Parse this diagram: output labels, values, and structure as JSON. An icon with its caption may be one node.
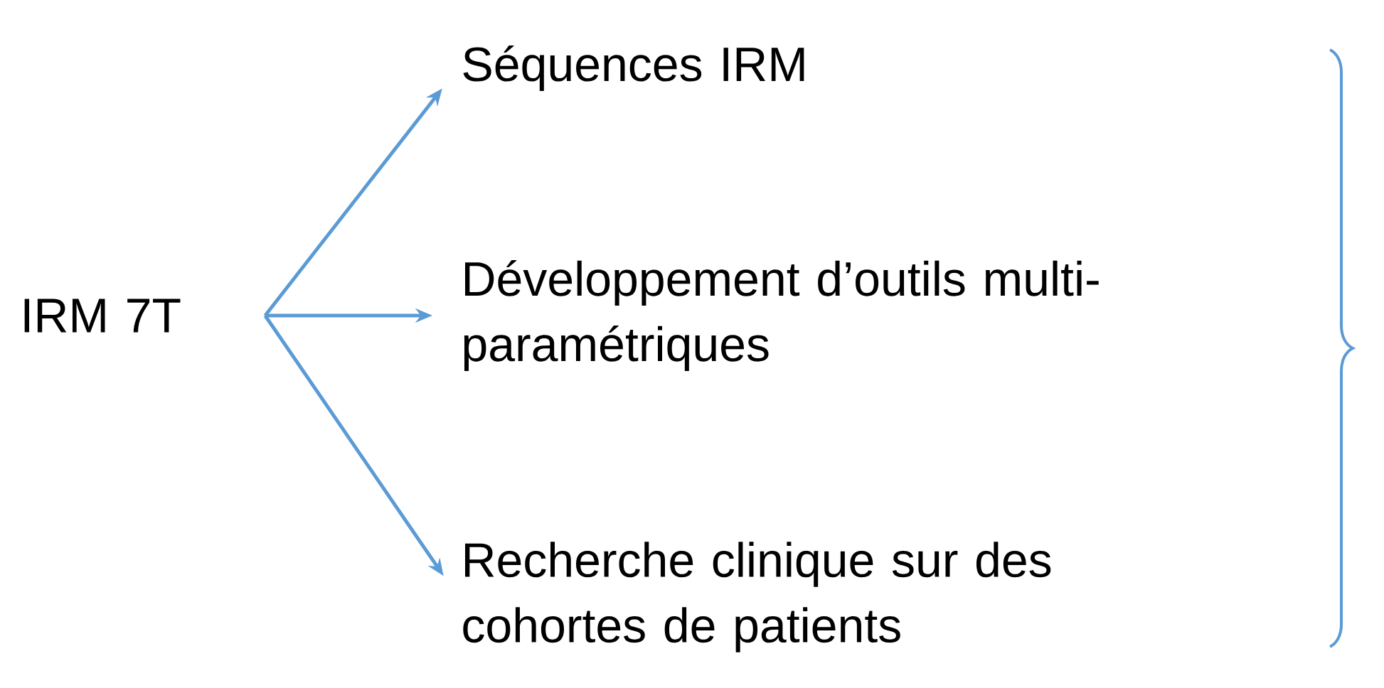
{
  "diagram": {
    "nodes": [
      {
        "text": [
          "IRM 7T"
        ]
      },
      {
        "text": [
          "Séquences IRM"
        ]
      },
      {
        "text": [
          "Développement d’outils multi-paramétriques"
        ]
      },
      {
        "text": [
          "Recherche clinique sur des cohortes de patients"
        ]
      }
    ],
    "edges": [
      {
        "from": 0,
        "to": 1,
        "arrow": "to"
      },
      {
        "from": 0,
        "to": 2,
        "arrow": "to"
      },
      {
        "from": 0,
        "to": 3,
        "arrow": "to"
      }
    ]
  }
}
